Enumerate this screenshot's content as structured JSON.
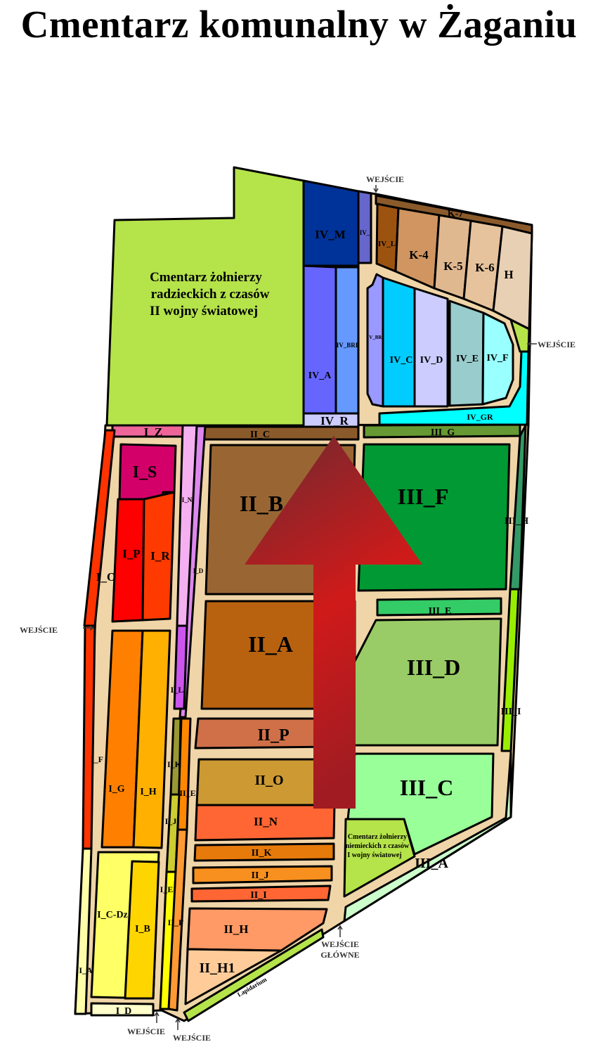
{
  "title": "Cmentarz komunalny w Żaganiu",
  "soviet_cemetery": [
    "Cmentarz żołnierzy",
    "radzieckich z czasów",
    "II wojny światowej"
  ],
  "german_cemetery": [
    "Cmentarz żołnierzy",
    "niemieckich z czasów",
    "I wojny światowej"
  ],
  "entrance": "WEJŚCIE",
  "main_entrance": [
    "WEJŚCIE",
    "GŁÓWNE"
  ],
  "lapidarium": "Lapidarium",
  "sections": {
    "IV_M": "IV_M",
    "IV_small": "IV_",
    "IV_L": "IV_L",
    "K7": "K-7",
    "K4": "K-4",
    "K5": "K-5",
    "K6": "K-6",
    "H": "H",
    "IV_A": "IV_A",
    "IV_BRI": "IV_BRI",
    "IV_BR2": "IV_BR",
    "IV_C": "IV_C",
    "IV_D": "IV_D",
    "IV_E": "IV_E",
    "IV_F": "IV_F",
    "IV_R": "IV_R",
    "IV_GR": "IV_GR",
    "II_C": "II_C",
    "III_G": "III_G",
    "I_Z": "I_Z",
    "I_S": "I_S",
    "I_P": "I_P",
    "I_R": "I_R",
    "I_O": "I_O",
    "I_N": "I_N",
    "I_D_strip": "I_D",
    "I_L": "I_L",
    "I_G": "I_G",
    "I_H": "I_H",
    "I_F": "I_F",
    "I_K": "I_K",
    "II_E": "II_E",
    "I_J": "I_J",
    "I_E": "I_E",
    "II_F": "II_F",
    "I_C_Dz": "I_C-Dz",
    "I_B": "I_B",
    "I_A": "I_A",
    "I_D": "I_D",
    "II_B": "II_B",
    "II_A": "II_A",
    "II_P": "II_P",
    "II_O": "II_O",
    "II_N": "II_N",
    "II_K": "II_K",
    "II_J": "II_J",
    "II_I": "II_I",
    "II_H": "II_H",
    "II_H1": "II_H1",
    "III_F": "III_F",
    "III_H": "III_H",
    "III_E": "III_E",
    "III_D": "III_D",
    "III_I": "III_I",
    "III_C": "III_C",
    "III_A": "III_A"
  },
  "colors": {
    "road": "#f0d5a8",
    "arrow_top": "#6b2a30",
    "arrow_bottom": "#dd1a1a"
  }
}
